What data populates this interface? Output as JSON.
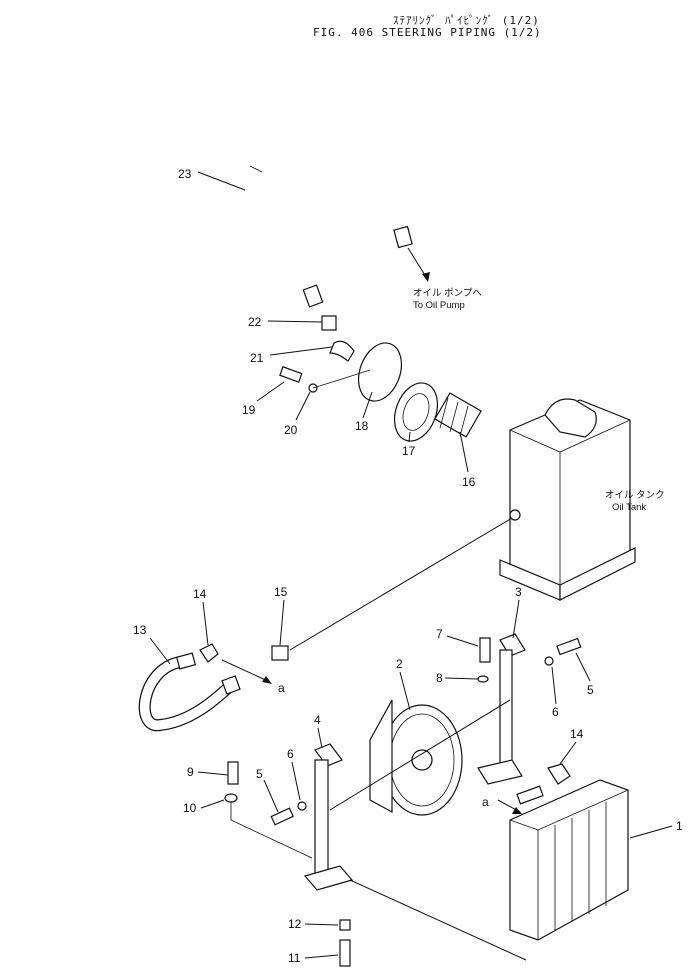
{
  "header": {
    "subtitle_jp": "ｽﾃｱﾘﾝｸﾞ ﾊﾟｲﾋﾟﾝｸﾞ (1/2)",
    "title": "FIG. 406  STEERING PIPING (1/2)"
  },
  "notes": {
    "oil_pump_jp": "オイル ポンプへ",
    "oil_pump_en": "To Oil Pump",
    "oil_tank_jp": "オイル タンク",
    "oil_tank_en": "Oil Tank",
    "connector_a": "a"
  },
  "callouts": [
    "1",
    "2",
    "3",
    "4",
    "5",
    "6",
    "7",
    "8",
    "9",
    "10",
    "11",
    "12",
    "13",
    "14",
    "15",
    "16",
    "17",
    "18",
    "19",
    "20",
    "21",
    "22",
    "23"
  ],
  "callout_labels": {
    "c1": "1",
    "c2": "2",
    "c3": "3",
    "c4": "4",
    "c5a": "5",
    "c5b": "5",
    "c6a": "6",
    "c6b": "6",
    "c7": "7",
    "c8": "8",
    "c9": "9",
    "c10": "10",
    "c11": "11",
    "c12": "12",
    "c13": "13",
    "c14a": "14",
    "c14b": "14",
    "c15": "15",
    "c16": "16",
    "c17": "17",
    "c18": "18",
    "c19": "19",
    "c20": "20",
    "c21": "21",
    "c22": "22",
    "c23": "23"
  }
}
